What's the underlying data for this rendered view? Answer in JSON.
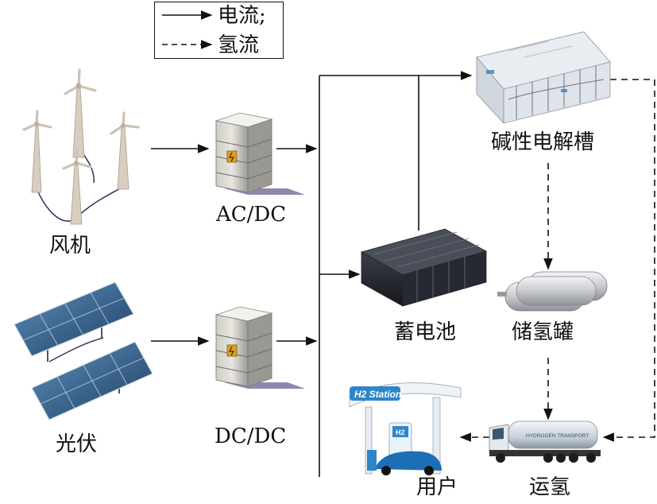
{
  "legend": {
    "electric_label": "电流;",
    "hydrogen_label": "氢流"
  },
  "nodes": {
    "wind": "风机",
    "solar": "光伏",
    "acdc": "AC/DC",
    "dcdc": "DC/DC",
    "electrolyzer": "碱性电解槽",
    "battery": "蓄电池",
    "storage": "储氢罐",
    "transport": "运氢",
    "user": "用户",
    "station_sign": "H2 Station",
    "pump_sign": "H2",
    "truck_text": "HYDROGEN TRANSPORT"
  },
  "colors": {
    "line": "#111111",
    "turbine": "#d8c9bb",
    "panel": "#2f5f8a",
    "station": "#2e86c8",
    "battery": "#2a2d34",
    "converter": "#8a8a86"
  }
}
